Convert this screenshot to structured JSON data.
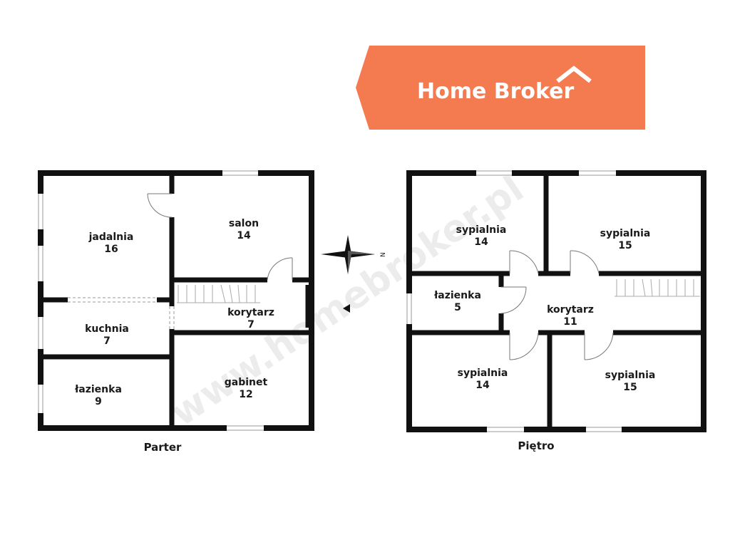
{
  "brand": {
    "name": "Home Broker",
    "watermark": "www.homebroker.pl",
    "color": "#F47A50"
  },
  "compass": {
    "north": "N"
  },
  "floors": [
    {
      "name": "Parter",
      "rooms": [
        {
          "name": "jadalnia",
          "area": "16"
        },
        {
          "name": "salon",
          "area": "14"
        },
        {
          "name": "korytarz",
          "area": "7"
        },
        {
          "name": "kuchnia",
          "area": "7"
        },
        {
          "name": "łazienka",
          "area": "9"
        },
        {
          "name": "gabinet",
          "area": "12"
        }
      ]
    },
    {
      "name": "Piętro",
      "rooms": [
        {
          "name": "sypialnia",
          "area": "14"
        },
        {
          "name": "sypialnia",
          "area": "15"
        },
        {
          "name": "łazienka",
          "area": "5"
        },
        {
          "name": "korytarz",
          "area": "11"
        },
        {
          "name": "sypialnia",
          "area": "14"
        },
        {
          "name": "sypialnia",
          "area": "15"
        }
      ]
    }
  ]
}
